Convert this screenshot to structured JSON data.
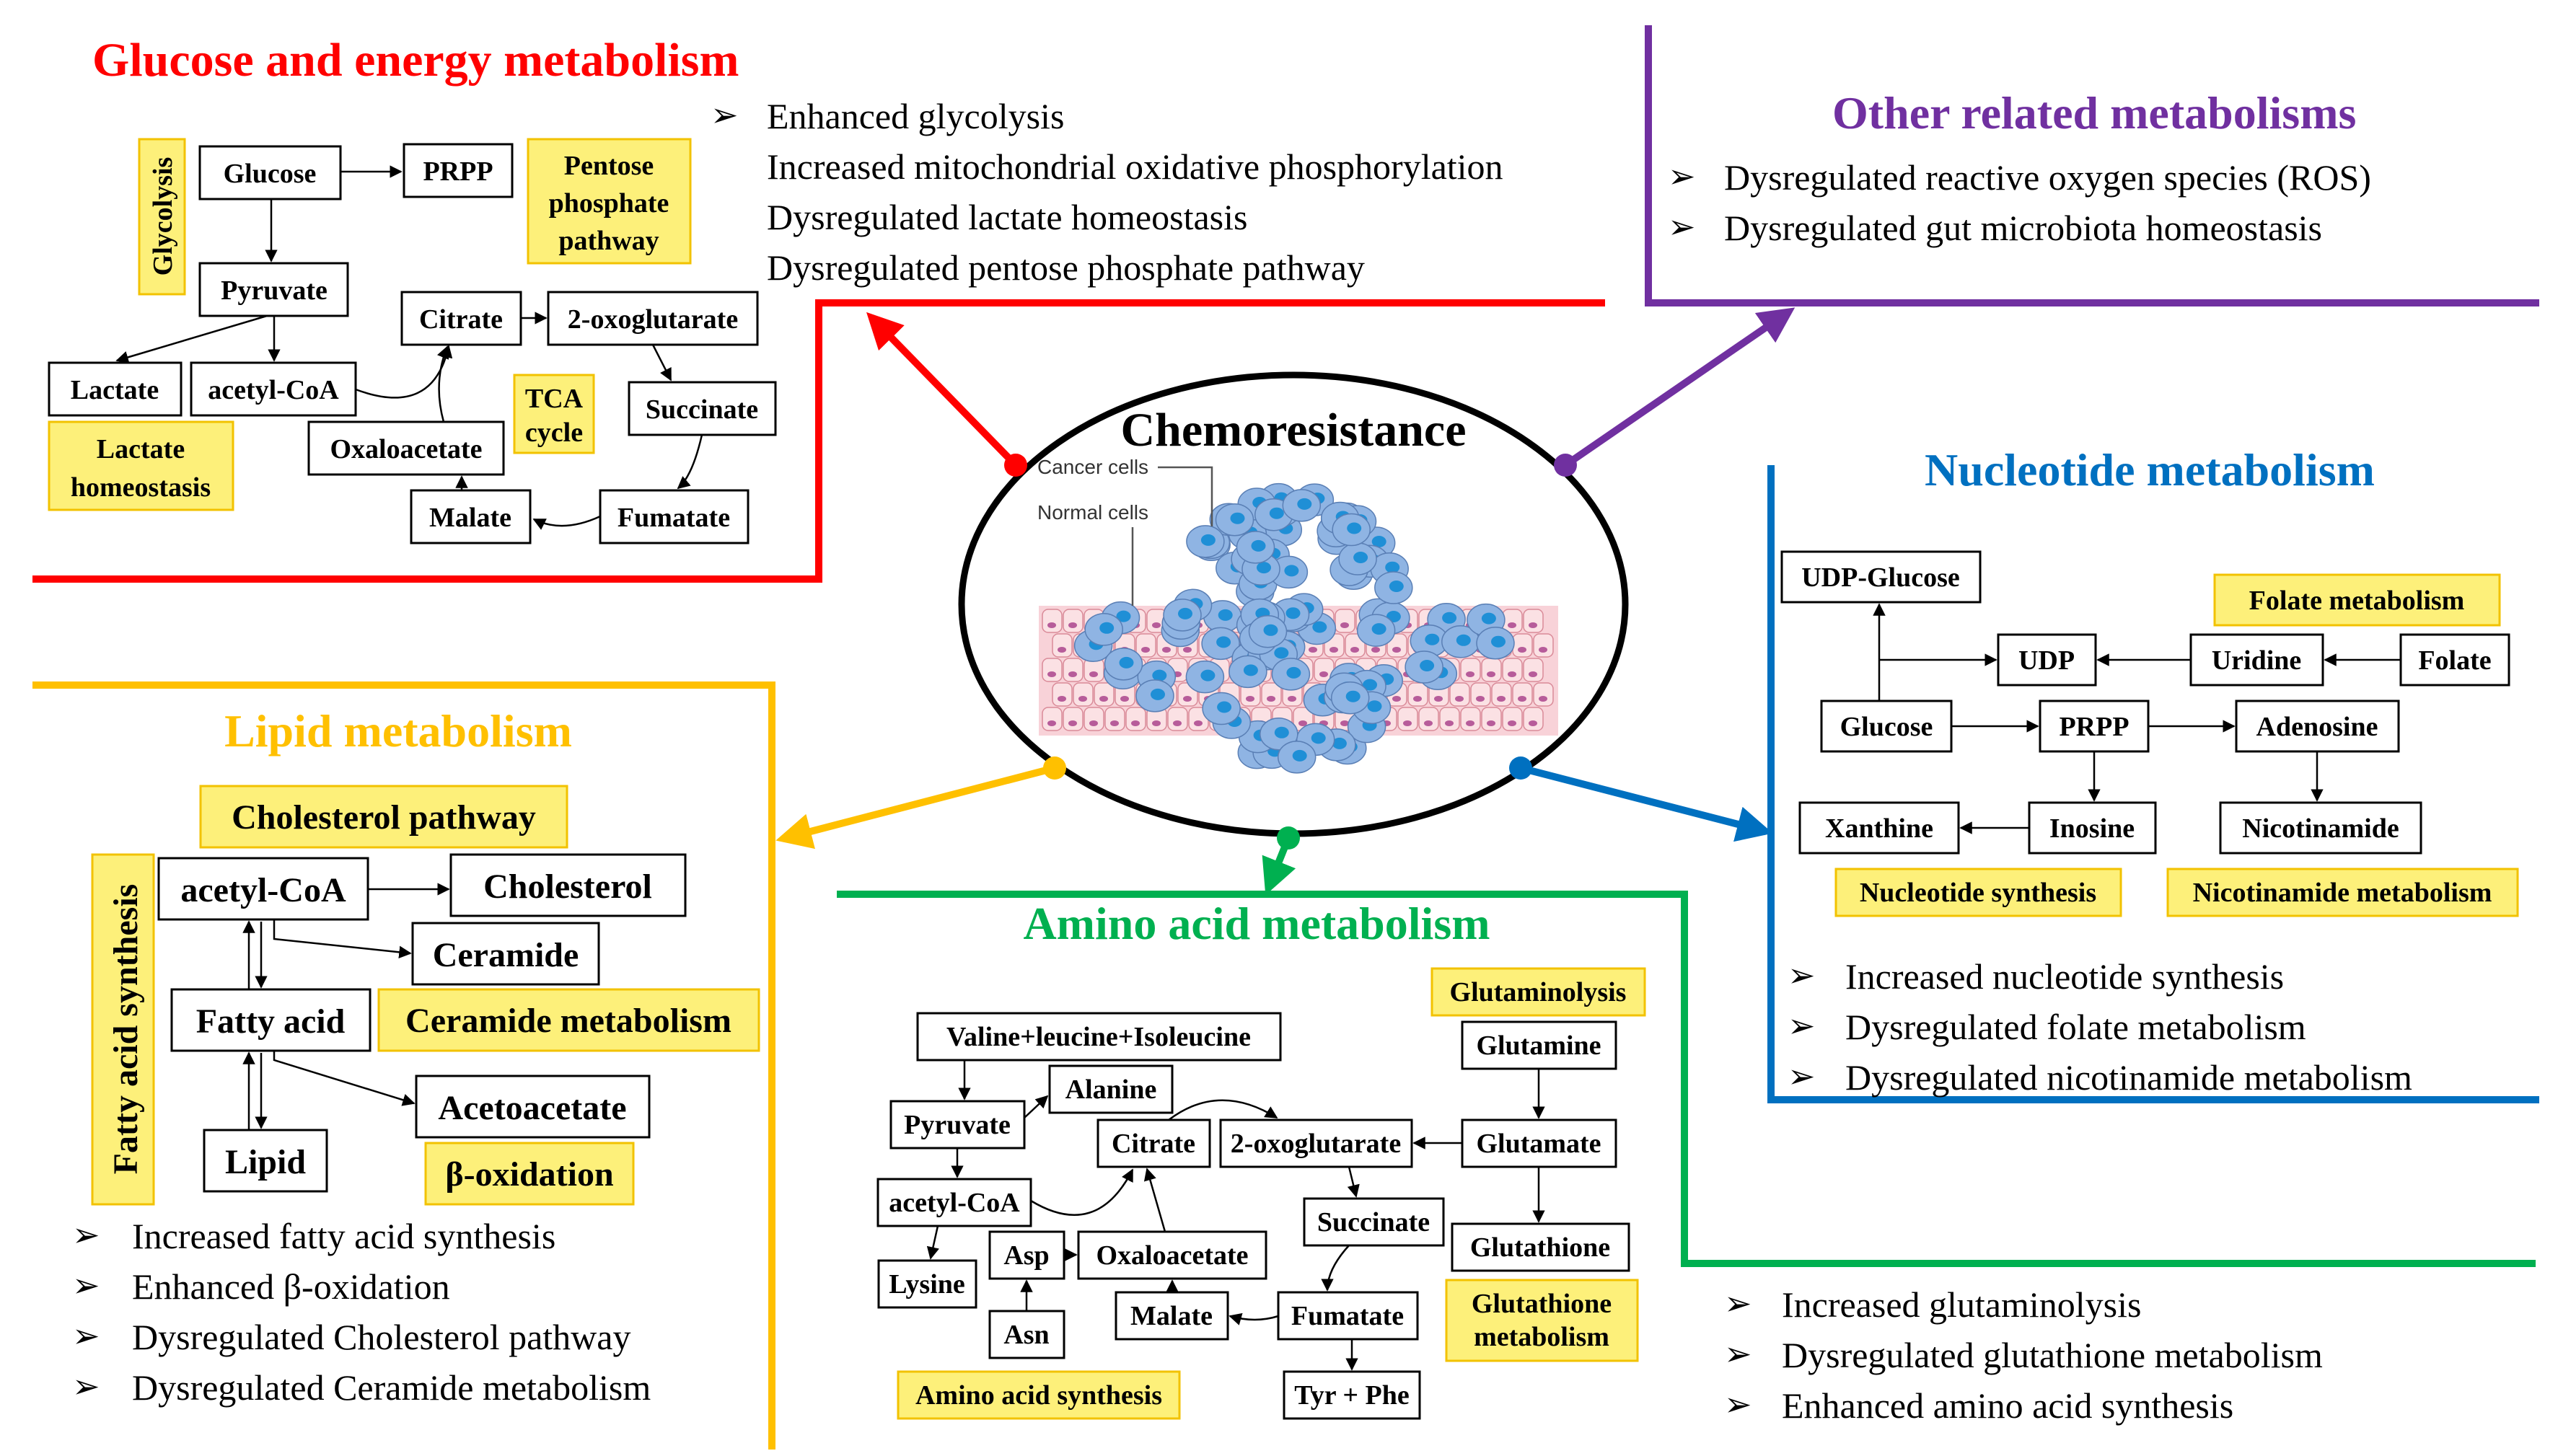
{
  "center": {
    "title": "Chemoresistance",
    "label_cancer": "Cancer cells",
    "label_normal": "Normal cells"
  },
  "glucose": {
    "title": "Glucose and energy metabolism",
    "bullets": [
      "Enhanced glycolysis",
      "Increased mitochondrial oxidative phosphorylation",
      "Dysregulated lactate homeostasis",
      "Dysregulated pentose phosphate pathway"
    ],
    "nodes": {
      "glucose": "Glucose",
      "prpp": "PRPP",
      "pyruvate": "Pyruvate",
      "lactate": "Lactate",
      "acetylcoa": "acetyl-CoA",
      "citrate": "Citrate",
      "oxo": "2-oxoglutarate",
      "succinate": "Succinate",
      "fumarate": "Fumatate",
      "malate": "Malate",
      "oxaloacetate": "Oxaloacetate"
    },
    "labels": {
      "glycolysis": "Glycolysis",
      "pentose_1": "Pentose",
      "pentose_2": "phosphate",
      "pentose_3": "pathway",
      "tca_1": "TCA",
      "tca_2": "cycle",
      "lactate_1": "Lactate",
      "lactate_2": "homeostasis"
    }
  },
  "other": {
    "title": "Other related metabolisms",
    "bullets": [
      "Dysregulated reactive oxygen species (ROS)",
      "Dysregulated gut microbiota homeostasis"
    ]
  },
  "nucleotide": {
    "title": "Nucleotide metabolism",
    "bullets": [
      "Increased nucleotide synthesis",
      "Dysregulated folate metabolism",
      "Dysregulated nicotinamide metabolism"
    ],
    "nodes": {
      "udpglucose": "UDP-Glucose",
      "udp": "UDP",
      "uridine": "Uridine",
      "folate": "Folate",
      "glucose": "Glucose",
      "prpp": "PRPP",
      "adenosine": "Adenosine",
      "xanthine": "Xanthine",
      "inosine": "Inosine",
      "nicotinamide": "Nicotinamide"
    },
    "labels": {
      "folate_metab": "Folate metabolism",
      "nucleotide_synth": "Nucleotide synthesis",
      "nicotinamide_metab": "Nicotinamide metabolism"
    }
  },
  "lipid": {
    "title": "Lipid metabolism",
    "bullets": [
      "Increased fatty acid synthesis",
      "Enhanced β-oxidation",
      "Dysregulated Cholesterol pathway",
      "Dysregulated Ceramide metabolism"
    ],
    "nodes": {
      "acetylcoa": "acetyl-CoA",
      "cholesterol": "Cholesterol",
      "ceramide": "Ceramide",
      "fattyacid": "Fatty acid",
      "acetoacetate": "Acetoacetate",
      "lipid": "Lipid"
    },
    "labels": {
      "cholesterol_pathway": "Cholesterol pathway",
      "ceramide_metab": "Ceramide metabolism",
      "beta_ox": "β-oxidation",
      "fa_synth": "Fatty acid synthesis"
    }
  },
  "amino": {
    "title": "Amino acid metabolism",
    "bullets": [
      "Increased glutaminolysis",
      "Dysregulated glutathione metabolism",
      "Enhanced amino acid synthesis"
    ],
    "nodes": {
      "vli": "Valine+leucine+Isoleucine",
      "alanine": "Alanine",
      "pyruvate": "Pyruvate",
      "citrate": "Citrate",
      "oxo": "2-oxoglutarate",
      "glutamate": "Glutamate",
      "glutamine": "Glutamine",
      "acetylcoa": "acetyl-CoA",
      "succinate": "Succinate",
      "glutathione": "Glutathione",
      "lysine": "Lysine",
      "asp": "Asp",
      "oxaloacetate": "Oxaloacetate",
      "malate": "Malate",
      "fumarate": "Fumatate",
      "asn": "Asn",
      "tyrphe": "Tyr + Phe"
    },
    "labels": {
      "glutaminolysis": "Glutaminolysis",
      "glutathione_1": "Glutathione",
      "glutathione_2": "metabolism",
      "aa_synth": "Amino acid synthesis"
    }
  },
  "colors": {
    "glucose": "#ff0000",
    "other": "#7030a0",
    "nucleotide": "#0070c0",
    "lipid": "#ffc000",
    "amino": "#00b050",
    "highlight": "#fdf07a",
    "cell": "#8fb4e3",
    "nucleus": "#1f8fd6"
  }
}
